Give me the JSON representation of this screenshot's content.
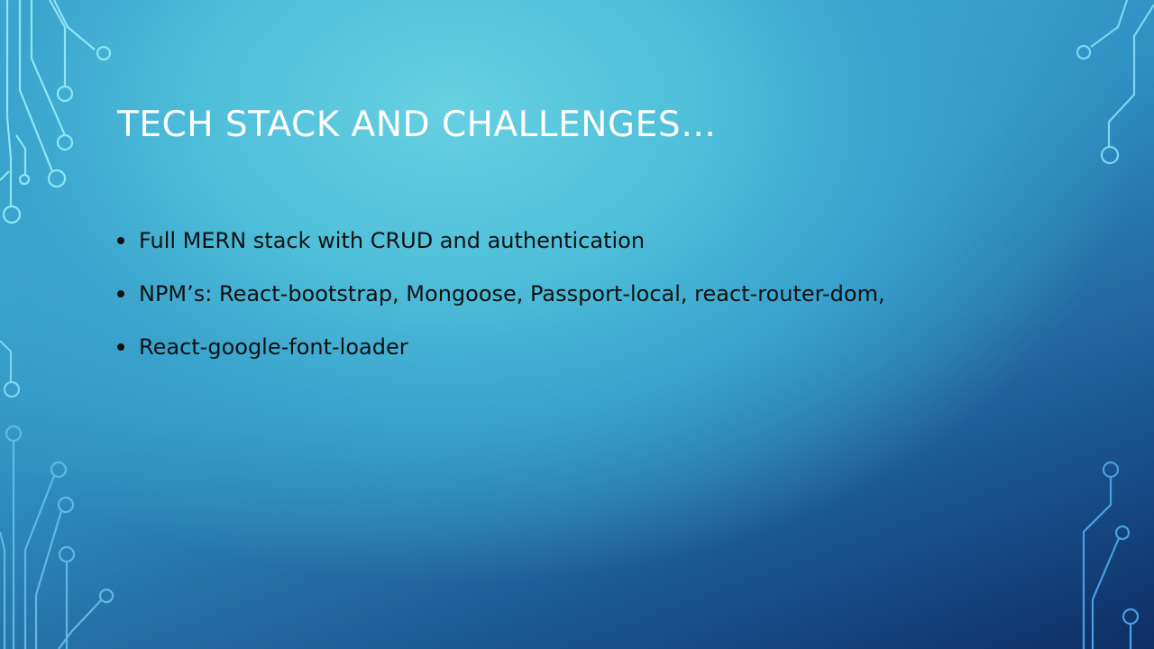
{
  "slide": {
    "title": "TECH STACK AND CHALLENGES…",
    "bullets": [
      "Full MERN stack with CRUD and authentication",
      "NPM’s: React-bootstrap, Mongoose, Passport-local, react-router-dom,",
      "React-google-font-loader"
    ]
  },
  "theme": {
    "title_color": "#ffffff",
    "text_color": "#111111",
    "circuit_color_light": "#8ee6f5",
    "circuit_color_dark": "#4a9fe0"
  }
}
